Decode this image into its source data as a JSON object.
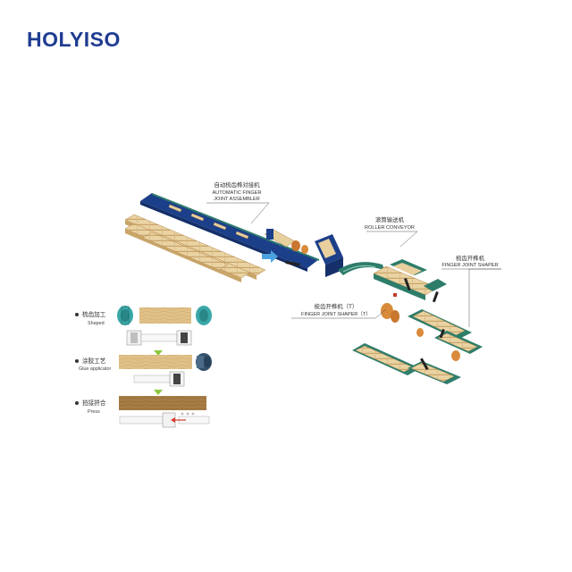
{
  "brand": {
    "name": "HOLYISO"
  },
  "machines": {
    "assembler": {
      "cn": "自动梳齿榫对接机",
      "en1": "AUTOMATIC FINGER",
      "en2": "JOINT ASSEMBLER"
    },
    "roller": {
      "cn": "滚筒输送机",
      "en": "ROLLER CONVEYOR"
    },
    "shaper": {
      "cn": "梳齿开榫机",
      "en": "FINGER JOINT SHAPER"
    },
    "shaper_t": {
      "cn": "梳齿开榫机（T）",
      "en": "FINGER JOINT SHAPER（T）"
    }
  },
  "process": [
    {
      "cn": "梳齿加工",
      "en": "Shaped"
    },
    {
      "cn": "涂胶工艺",
      "en": "Glue applicator"
    },
    {
      "cn": "拍接拼合",
      "en": "Press"
    }
  ],
  "colors": {
    "brand": "#1f3c91",
    "wood": "#e8cf9e",
    "wood_dark": "#c9a56a",
    "conveyor": "#1c3f8a",
    "machine_green": "#2e7d6b",
    "cutter_teal": "#3aa7a8",
    "arrow_green": "#8cc63f"
  }
}
